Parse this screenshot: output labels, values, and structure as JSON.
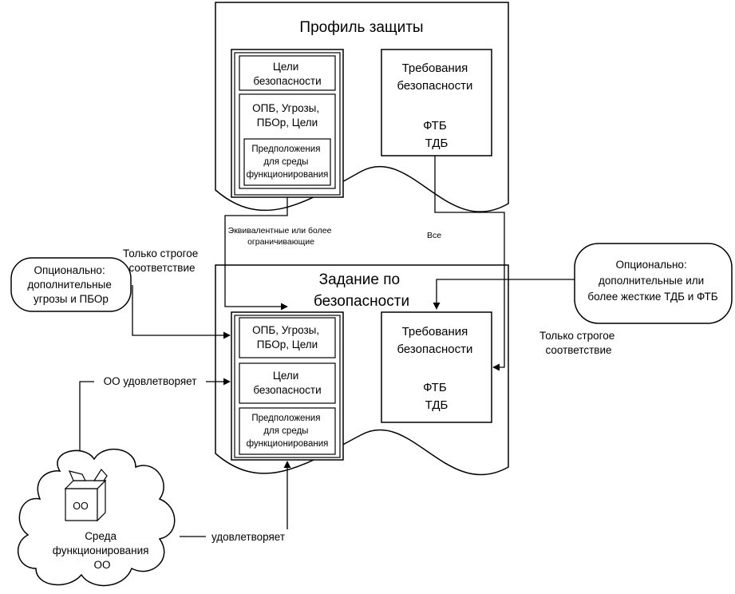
{
  "protection_profile": {
    "title": "Профиль защиты",
    "security_objectives": [
      "Цели",
      "безопасности"
    ],
    "opb_threats": [
      "ОПБ, Угрозы,",
      "ПБОр, Цели"
    ],
    "assumptions": [
      "Предположения",
      "для среды",
      "функционирования"
    ],
    "requirements_title": [
      "Требования",
      "безопасности"
    ],
    "requirements_items": [
      "ФТБ",
      "ТДБ"
    ]
  },
  "security_target": {
    "title": [
      "Задание по",
      "безопасности"
    ],
    "opb_threats": [
      "ОПБ, Угрозы,",
      "ПБОр, Цели"
    ],
    "security_objectives": [
      "Цели",
      "безопасности"
    ],
    "assumptions": [
      "Предположения",
      "для среды",
      "функционирования"
    ],
    "requirements_title": [
      "Требования",
      "безопасности"
    ],
    "requirements_items": [
      "ФТБ",
      "ТДБ"
    ]
  },
  "labels": {
    "equivalent": [
      "Эквивалентные или более",
      "ограничивающие"
    ],
    "all": "Все",
    "strict_left": [
      "Только строгое",
      "соответствие"
    ],
    "strict_right": [
      "Только строгое",
      "соответствие"
    ],
    "toe_satisfies": "ОО удовлетворяет",
    "satisfies": "удовлетворяет"
  },
  "optional_left": [
    "Опционально:",
    "дополнительные",
    "угрозы и ПБОр"
  ],
  "optional_right": [
    "Опционально:",
    "дополнительные или",
    "более жесткие ТДБ и ФТБ"
  ],
  "toe_box": "ОО",
  "environment_cloud": [
    "Среда",
    "функционирования",
    "ОО"
  ]
}
